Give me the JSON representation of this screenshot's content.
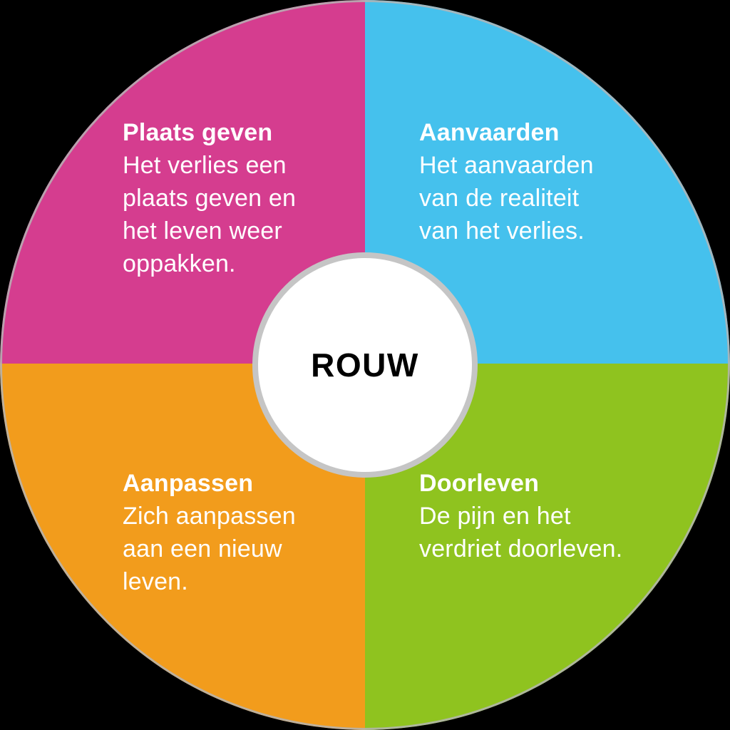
{
  "diagram": {
    "title": "ROUW",
    "type": "four-quadrant-circle"
  },
  "center": {
    "label": "ROUW",
    "background": "#ffffff",
    "border_color": "#c5c5c5",
    "text_color": "#000000"
  },
  "quadrants": [
    {
      "id": "plaats-geven",
      "position": "top-left",
      "title": "Plaats geven",
      "body": "Het verlies een\nplaats geven en\nhet leven weer\noppakken.",
      "color": "#d53d8f",
      "text_color": "#ffffff"
    },
    {
      "id": "aanvaarden",
      "position": "top-right",
      "title": "Aanvaarden",
      "body": "Het aanvaarden\nvan de realiteit\nvan het verlies.",
      "color": "#45c1ed",
      "text_color": "#ffffff"
    },
    {
      "id": "aanpassen",
      "position": "bottom-left",
      "title": "Aanpassen",
      "body": "Zich aanpassen\naan een nieuw\nleven.",
      "color": "#f29c1c",
      "text_color": "#ffffff"
    },
    {
      "id": "doorleven",
      "position": "bottom-right",
      "title": "Doorleven",
      "body": "De pijn en het\nverdriet doorleven.",
      "color": "#8fc31f",
      "text_color": "#ffffff"
    }
  ],
  "colors": {
    "background": "#000000",
    "wheel_rim": "#b4b4b4"
  }
}
